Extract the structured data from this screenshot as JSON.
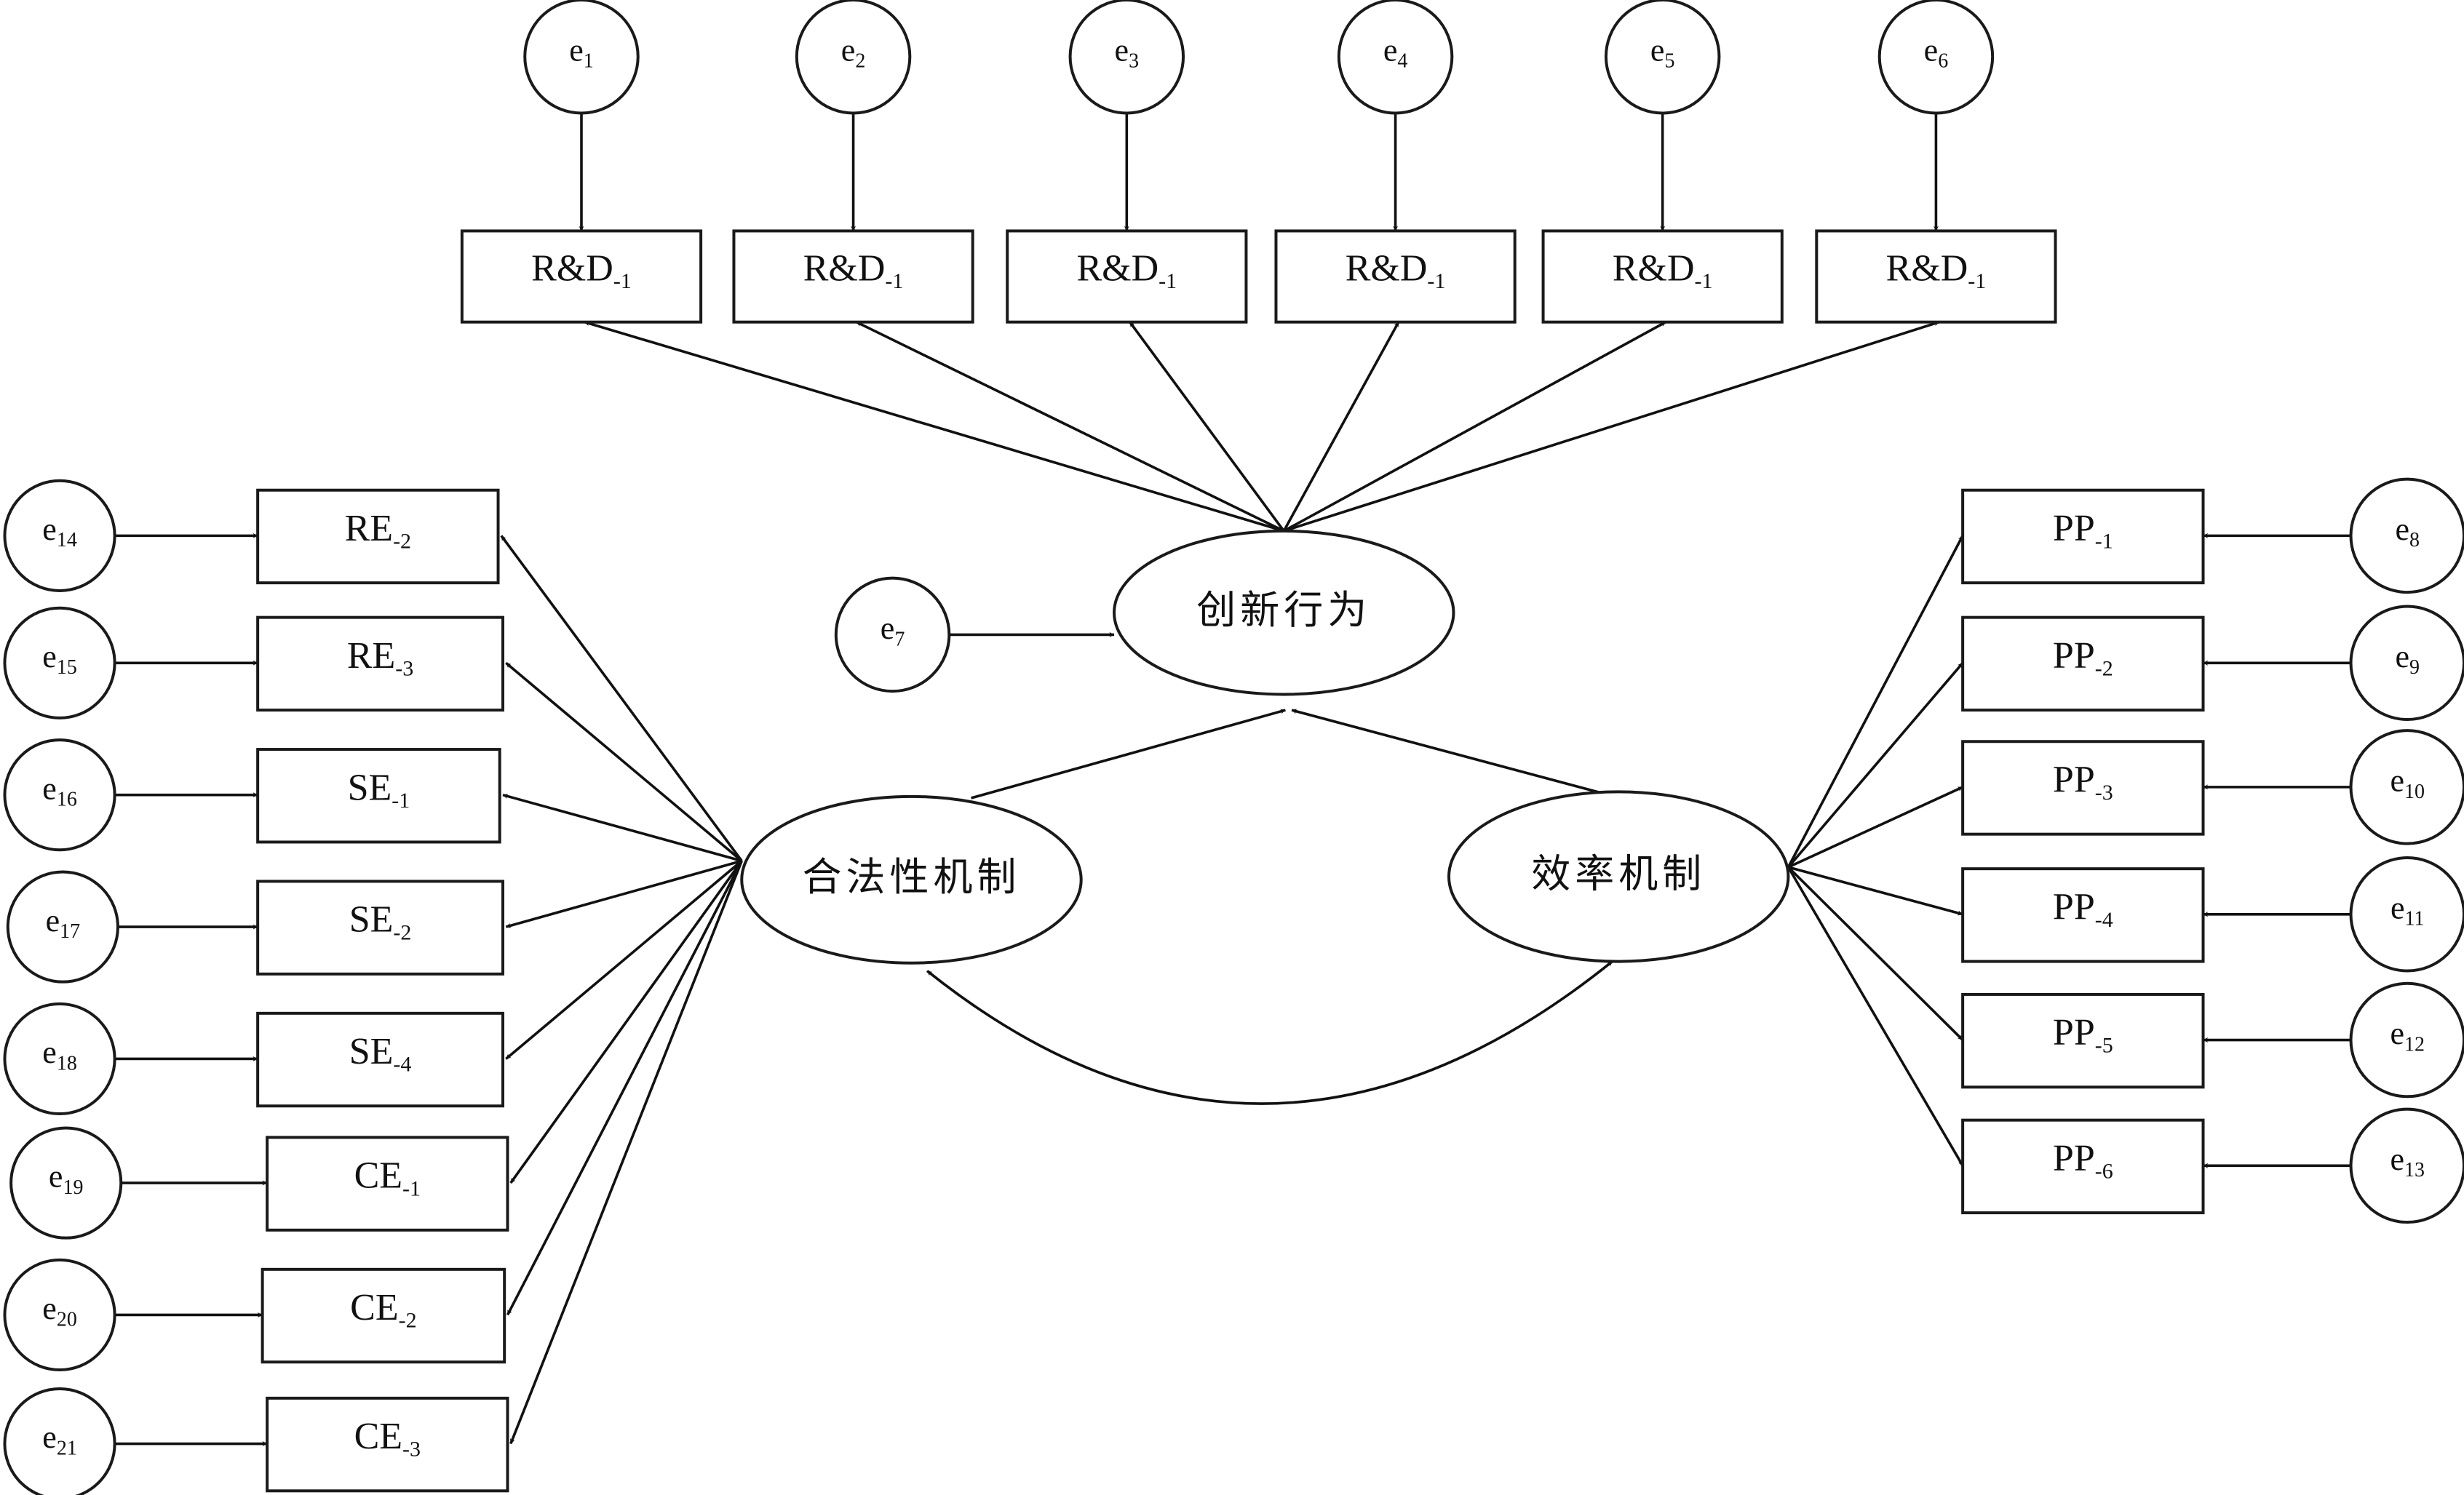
{
  "colors": {
    "stroke": "#111111",
    "background": "#ffffff"
  },
  "latent": {
    "innovation": "创新行为",
    "legitimacy": "合法性机制",
    "efficiency": "效率机制"
  },
  "top_indicators": [
    {
      "base": "R&D",
      "sub": "-1",
      "error": "1"
    },
    {
      "base": "R&D",
      "sub": "-1",
      "error": "2"
    },
    {
      "base": "R&D",
      "sub": "-1",
      "error": "3"
    },
    {
      "base": "R&D",
      "sub": "-1",
      "error": "4"
    },
    {
      "base": "R&D",
      "sub": "-1",
      "error": "5"
    },
    {
      "base": "R&D",
      "sub": "-1",
      "error": "6"
    }
  ],
  "innovation_error": "7",
  "left_indicators": [
    {
      "base": "RE",
      "sub": "-2",
      "error": "14"
    },
    {
      "base": "RE",
      "sub": "-3",
      "error": "15"
    },
    {
      "base": "SE",
      "sub": "-1",
      "error": "16"
    },
    {
      "base": "SE",
      "sub": "-2",
      "error": "17"
    },
    {
      "base": "SE",
      "sub": "-4",
      "error": "18"
    },
    {
      "base": "CE",
      "sub": "-1",
      "error": "19"
    },
    {
      "base": "CE",
      "sub": "-2",
      "error": "20"
    },
    {
      "base": "CE",
      "sub": "-3",
      "error": "21"
    }
  ],
  "right_indicators": [
    {
      "base": "PP",
      "sub": "-1",
      "error": "8"
    },
    {
      "base": "PP",
      "sub": "-2",
      "error": "9"
    },
    {
      "base": "PP",
      "sub": "-3",
      "error": "10"
    },
    {
      "base": "PP",
      "sub": "-4",
      "error": "11"
    },
    {
      "base": "PP",
      "sub": "-5",
      "error": "12"
    },
    {
      "base": "PP",
      "sub": "-6",
      "error": "13"
    }
  ],
  "error_prefix": "e"
}
